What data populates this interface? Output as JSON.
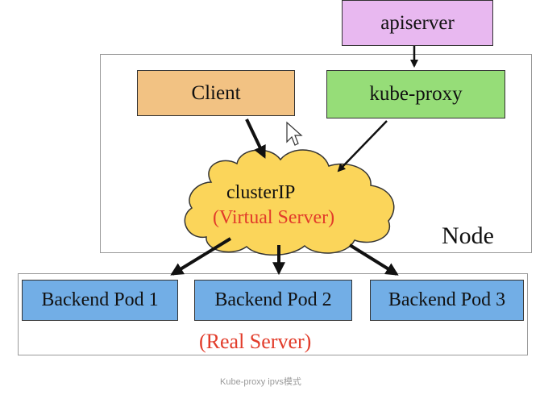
{
  "diagram": {
    "apiserver": {
      "label": "apiserver",
      "color": "#e8b8f0"
    },
    "client": {
      "label": "Client",
      "color": "#f2c283"
    },
    "kube_proxy": {
      "label": "kube-proxy",
      "color": "#96dd78"
    },
    "cloud": {
      "line1": "clusterIP",
      "line2": "(Virtual Server)",
      "color": "#fbd55a"
    },
    "node_label": "Node",
    "pods": [
      {
        "label": "Backend Pod 1"
      },
      {
        "label": "Backend Pod 2"
      },
      {
        "label": "Backend Pod 3"
      }
    ],
    "pod_color": "#72aee6",
    "real_server_label": "(Real Server)",
    "accent_red": "#e23c2a"
  },
  "caption": "Kube-proxy ipvs模式"
}
